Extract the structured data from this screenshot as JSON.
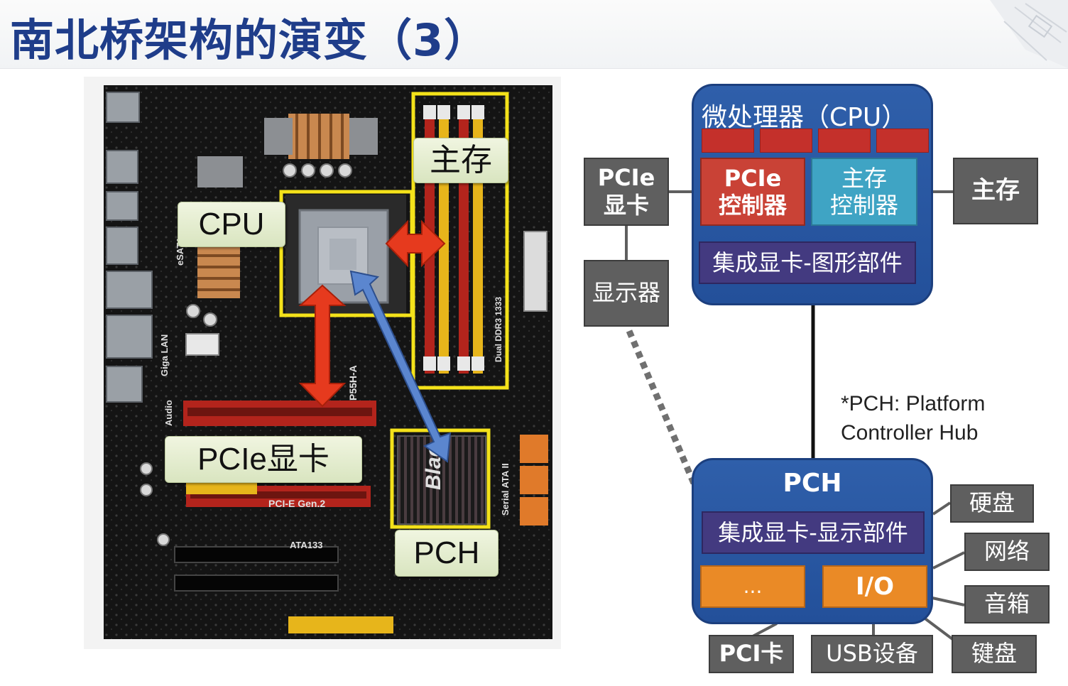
{
  "slide": {
    "title": "南北桥架构的演变（3）"
  },
  "photo": {
    "labels": {
      "main_memory": "主存",
      "cpu": "CPU",
      "pcie_graphics": "PCIe显卡",
      "pch": "PCH"
    },
    "board_text": {
      "model": "P55H-A",
      "pcie_gen": "PCI-E  Gen.2",
      "ata": "ATA133",
      "sata": "Serial ATA II",
      "ddr": "Dual DDR3 1333",
      "lan": "Giga LAN",
      "audio": "Audio",
      "esata": "eSATA",
      "heatsink": "Blac"
    },
    "colors": {
      "highlight": "#f4e21a",
      "red_arrow": "#e63a1e",
      "blue_arrow": "#5b86cf",
      "slot_red": "#b3241c",
      "slot_yellow": "#e7b51b",
      "sata_orange": "#e07a2a"
    }
  },
  "diagram": {
    "cpu": {
      "title": "微处理器（CPU）",
      "pcie_controller": "PCIe\n控制器",
      "memory_controller": "主存\n控制器",
      "integrated_gpu": "集成显卡-图形部件"
    },
    "pch": {
      "title": "PCH",
      "integrated_display": "集成显卡-显示部件",
      "ellipsis": "...",
      "io": "I/O"
    },
    "left": {
      "pcie_card": "PCIe\n显卡",
      "monitor": "显示器"
    },
    "right": {
      "main_memory": "主存"
    },
    "peripherals": {
      "hdd": "硬盘",
      "network": "网络",
      "speaker": "音箱",
      "keyboard": "键盘",
      "pci_card": "PCI卡",
      "usb": "USB设备"
    },
    "note": "*PCH: Platform\nController Hub",
    "colors": {
      "blue": "#2a59a3",
      "red": "#c94236",
      "teal": "#3fa4c4",
      "purple": "#433a80",
      "orange": "#ea8a26",
      "gray": "#5f5f5f"
    }
  }
}
